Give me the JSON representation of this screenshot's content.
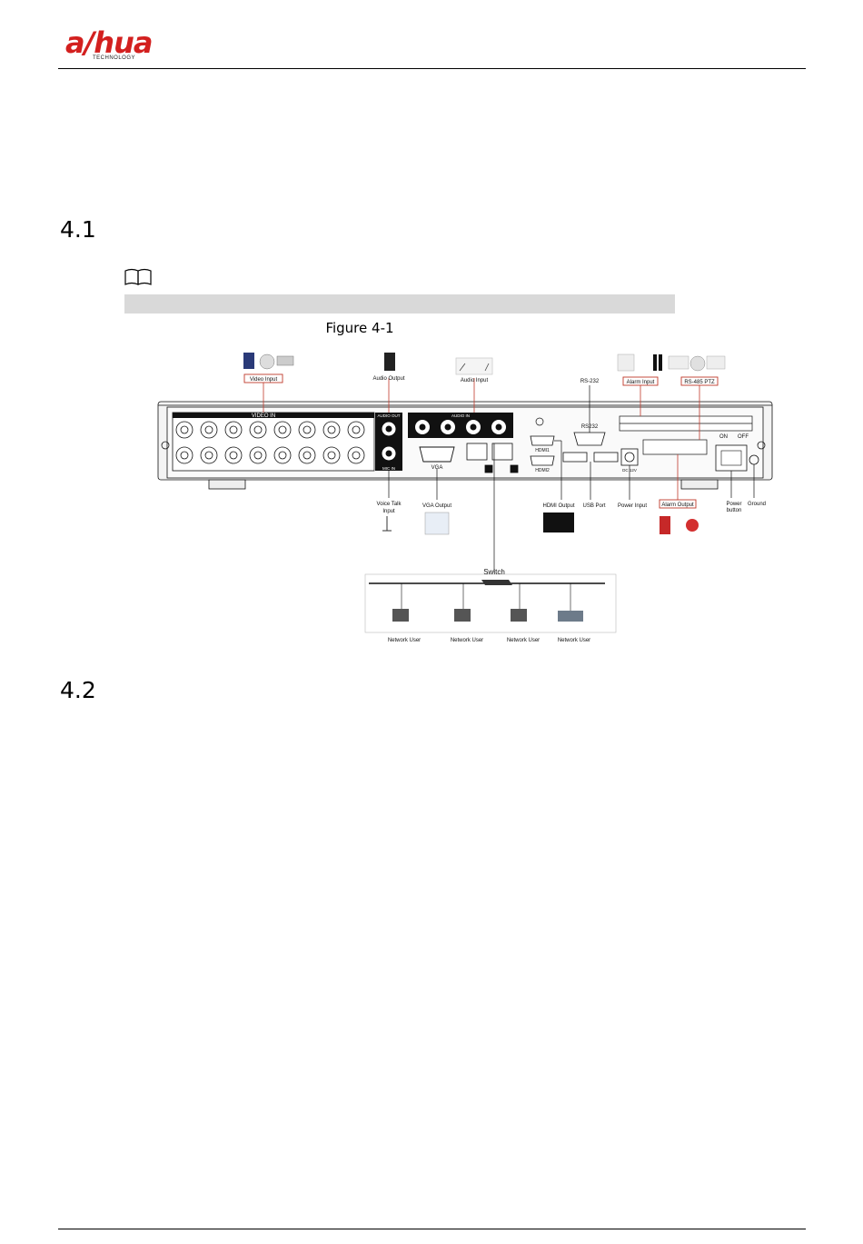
{
  "header": {
    "logo_text": "a/hua",
    "logo_subtext": "TECHNOLOGY"
  },
  "sections": [
    {
      "number": "4.1"
    },
    {
      "number": "4.2"
    }
  ],
  "figure": {
    "caption": "Figure 4-1",
    "panel_labels": {
      "video_in": "VIDEO IN",
      "audio_out": "AUDIO OUT",
      "audio_in": "AUDIO IN",
      "mic_in": "MIC IN",
      "vga": "VGA",
      "hdmi1": "HDMI1",
      "hdmi2": "HDMI2",
      "rs232": "RS232",
      "on": "ON",
      "off": "OFF",
      "dc12v": "DC 12V"
    },
    "callouts": {
      "video_input": "Video Input",
      "audio_output": "Audio Output",
      "audio_input": "Audio Input",
      "rs232": "RS-232",
      "alarm_input": "Alarm Input",
      "rs485_ptz": "RS-485 PTZ",
      "voice_talk_input_1": "Voice Talk",
      "voice_talk_input_2": "Input",
      "vga_output": "VGA Output",
      "hdmi_output": "HDMI Output",
      "usb_port": "USB Port",
      "power_input": "Power Input",
      "alarm_output": "Alarm Output",
      "power_button_1": "Power",
      "power_button_2": "button",
      "ground": "Ground",
      "switch": "Switch"
    },
    "network_users": [
      "Network User",
      "Network User",
      "Network User",
      "Network User"
    ]
  },
  "colors": {
    "brand": "#d3201f",
    "callout_box": "#c0392b",
    "note_bar": "#d9d9d9"
  }
}
